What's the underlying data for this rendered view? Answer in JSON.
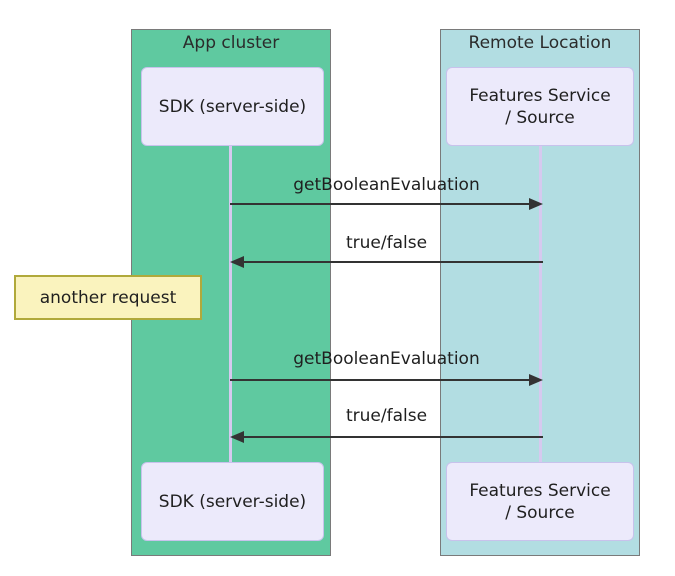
{
  "diagram": {
    "type": "sequence",
    "groups": [
      {
        "label": "App cluster",
        "participant": "SDK (server-side)",
        "fill": "#5FC9A0"
      },
      {
        "label": "Remote Location",
        "participant": "Features Service\n/ Source",
        "fill": "#B2DDE2"
      }
    ],
    "messages": [
      {
        "label": "getBooleanEvaluation",
        "direction": "right"
      },
      {
        "label": "true/false",
        "direction": "left"
      },
      {
        "label": "getBooleanEvaluation",
        "direction": "right"
      },
      {
        "label": "true/false",
        "direction": "left"
      }
    ],
    "note": {
      "text": "another request",
      "fill": "#FAF3BE",
      "border": "#B0A93B"
    },
    "colors": {
      "background": "#FFFFFF",
      "group_border": "#7A7A7A",
      "participant_fill": "#ECEAFB",
      "participant_border": "#C8C2EC",
      "lifeline": "#D6C9EF",
      "arrow": "#333333",
      "text": "#1F1F1F"
    }
  }
}
